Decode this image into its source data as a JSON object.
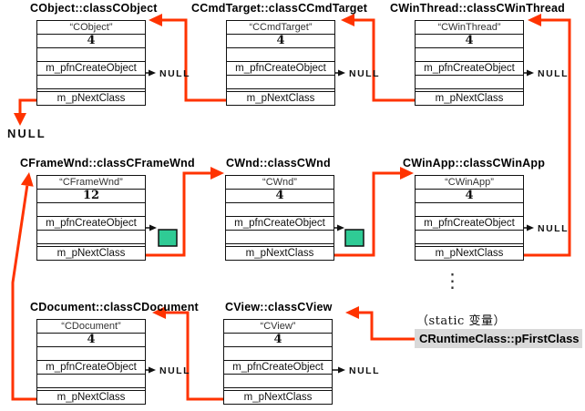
{
  "colors": {
    "arrow": "#ff3300",
    "created_object_box": "#2fcb95",
    "first_class_bg": "#d9d9d9"
  },
  "labels": {
    "null": "NULL",
    "static_note": "（static 变量）",
    "first_class": "CRuntimeClass::pFirstClass",
    "ellipsis": "⋮"
  },
  "pointer": {
    "source": "CRuntimeClass::pFirstClass",
    "points_to": "CView::classCView"
  },
  "nodes": [
    {
      "title": "CObject::classCObject",
      "class_name": "“CObject”",
      "schema": "4",
      "create_label": "m_pfnCreateObject",
      "next_label": "m_pNextClass",
      "create_points_to": "NULL",
      "next_points_to": "NULL"
    },
    {
      "title": "CCmdTarget::classCCmdTarget",
      "class_name": "“CCmdTarget”",
      "schema": "4",
      "create_label": "m_pfnCreateObject",
      "next_label": "m_pNextClass",
      "create_points_to": "NULL",
      "next_points_to": "CObject::classCObject"
    },
    {
      "title": "CWinThread::classCWinThread",
      "class_name": "“CWinThread”",
      "schema": "4",
      "create_label": "m_pfnCreateObject",
      "next_label": "m_pNextClass",
      "create_points_to": "NULL",
      "next_points_to": "CCmdTarget::classCCmdTarget"
    },
    {
      "title": "CFrameWnd::classCFrameWnd",
      "class_name": "“CFrameWnd”",
      "schema": "12",
      "create_label": "m_pfnCreateObject",
      "next_label": "m_pNextClass",
      "create_points_to": "object-box",
      "next_points_to": "CWnd::classCWnd"
    },
    {
      "title": "CWnd::classCWnd",
      "class_name": "“CWnd”",
      "schema": "4",
      "create_label": "m_pfnCreateObject",
      "next_label": "m_pNextClass",
      "create_points_to": "object-box",
      "next_points_to": "CWinApp::classCWinApp"
    },
    {
      "title": "CWinApp::classCWinApp",
      "class_name": "“CWinApp”",
      "schema": "4",
      "create_label": "m_pfnCreateObject",
      "next_label": "m_pNextClass",
      "create_points_to": "NULL",
      "next_points_to": "CWinThread::classCWinThread"
    },
    {
      "title": "CDocument::classCDocument",
      "class_name": "“CDocument”",
      "schema": "4",
      "create_label": "m_pfnCreateObject",
      "next_label": "m_pNextClass",
      "create_points_to": "NULL",
      "next_points_to": "CFrameWnd::classCFrameWnd"
    },
    {
      "title": "CView::classCView",
      "class_name": "“CView”",
      "schema": "4",
      "create_label": "m_pfnCreateObject",
      "next_label": "m_pNextClass",
      "create_points_to": "NULL",
      "next_points_to": "CDocument::classCDocument"
    }
  ]
}
